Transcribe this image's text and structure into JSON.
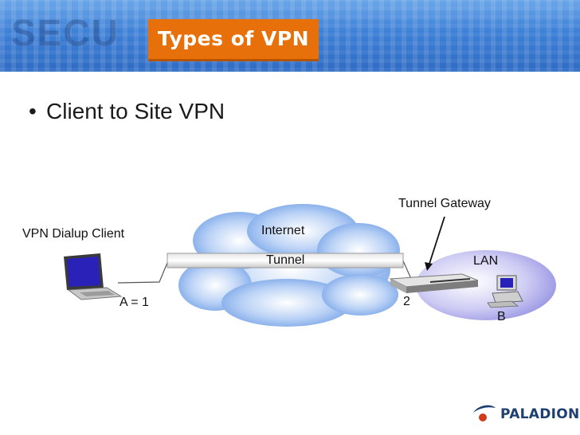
{
  "header": {
    "watermark": "SECU",
    "title": "Types of VPN"
  },
  "bullets": [
    {
      "text": "Client to Site VPN"
    }
  ],
  "diagram": {
    "labels": {
      "client": "VPN Dialup Client",
      "internet": "Internet",
      "tunnel": "Tunnel",
      "gateway": "Tunnel Gateway",
      "lan": "LAN",
      "node_a": "A = 1",
      "node_2": "2",
      "node_b": "B"
    },
    "icons": [
      "laptop-icon",
      "cloud-icon",
      "gateway-device-icon",
      "desktop-computer-icon"
    ]
  },
  "footer": {
    "logo_text": "PALADION"
  },
  "colors": {
    "banner": "#3d7fd6",
    "title_box": "#e8700a",
    "cloud": "#6f9fe6",
    "lan": "#8a86e0",
    "logo": "#1e3f73",
    "logo_accent": "#d13a1a"
  }
}
